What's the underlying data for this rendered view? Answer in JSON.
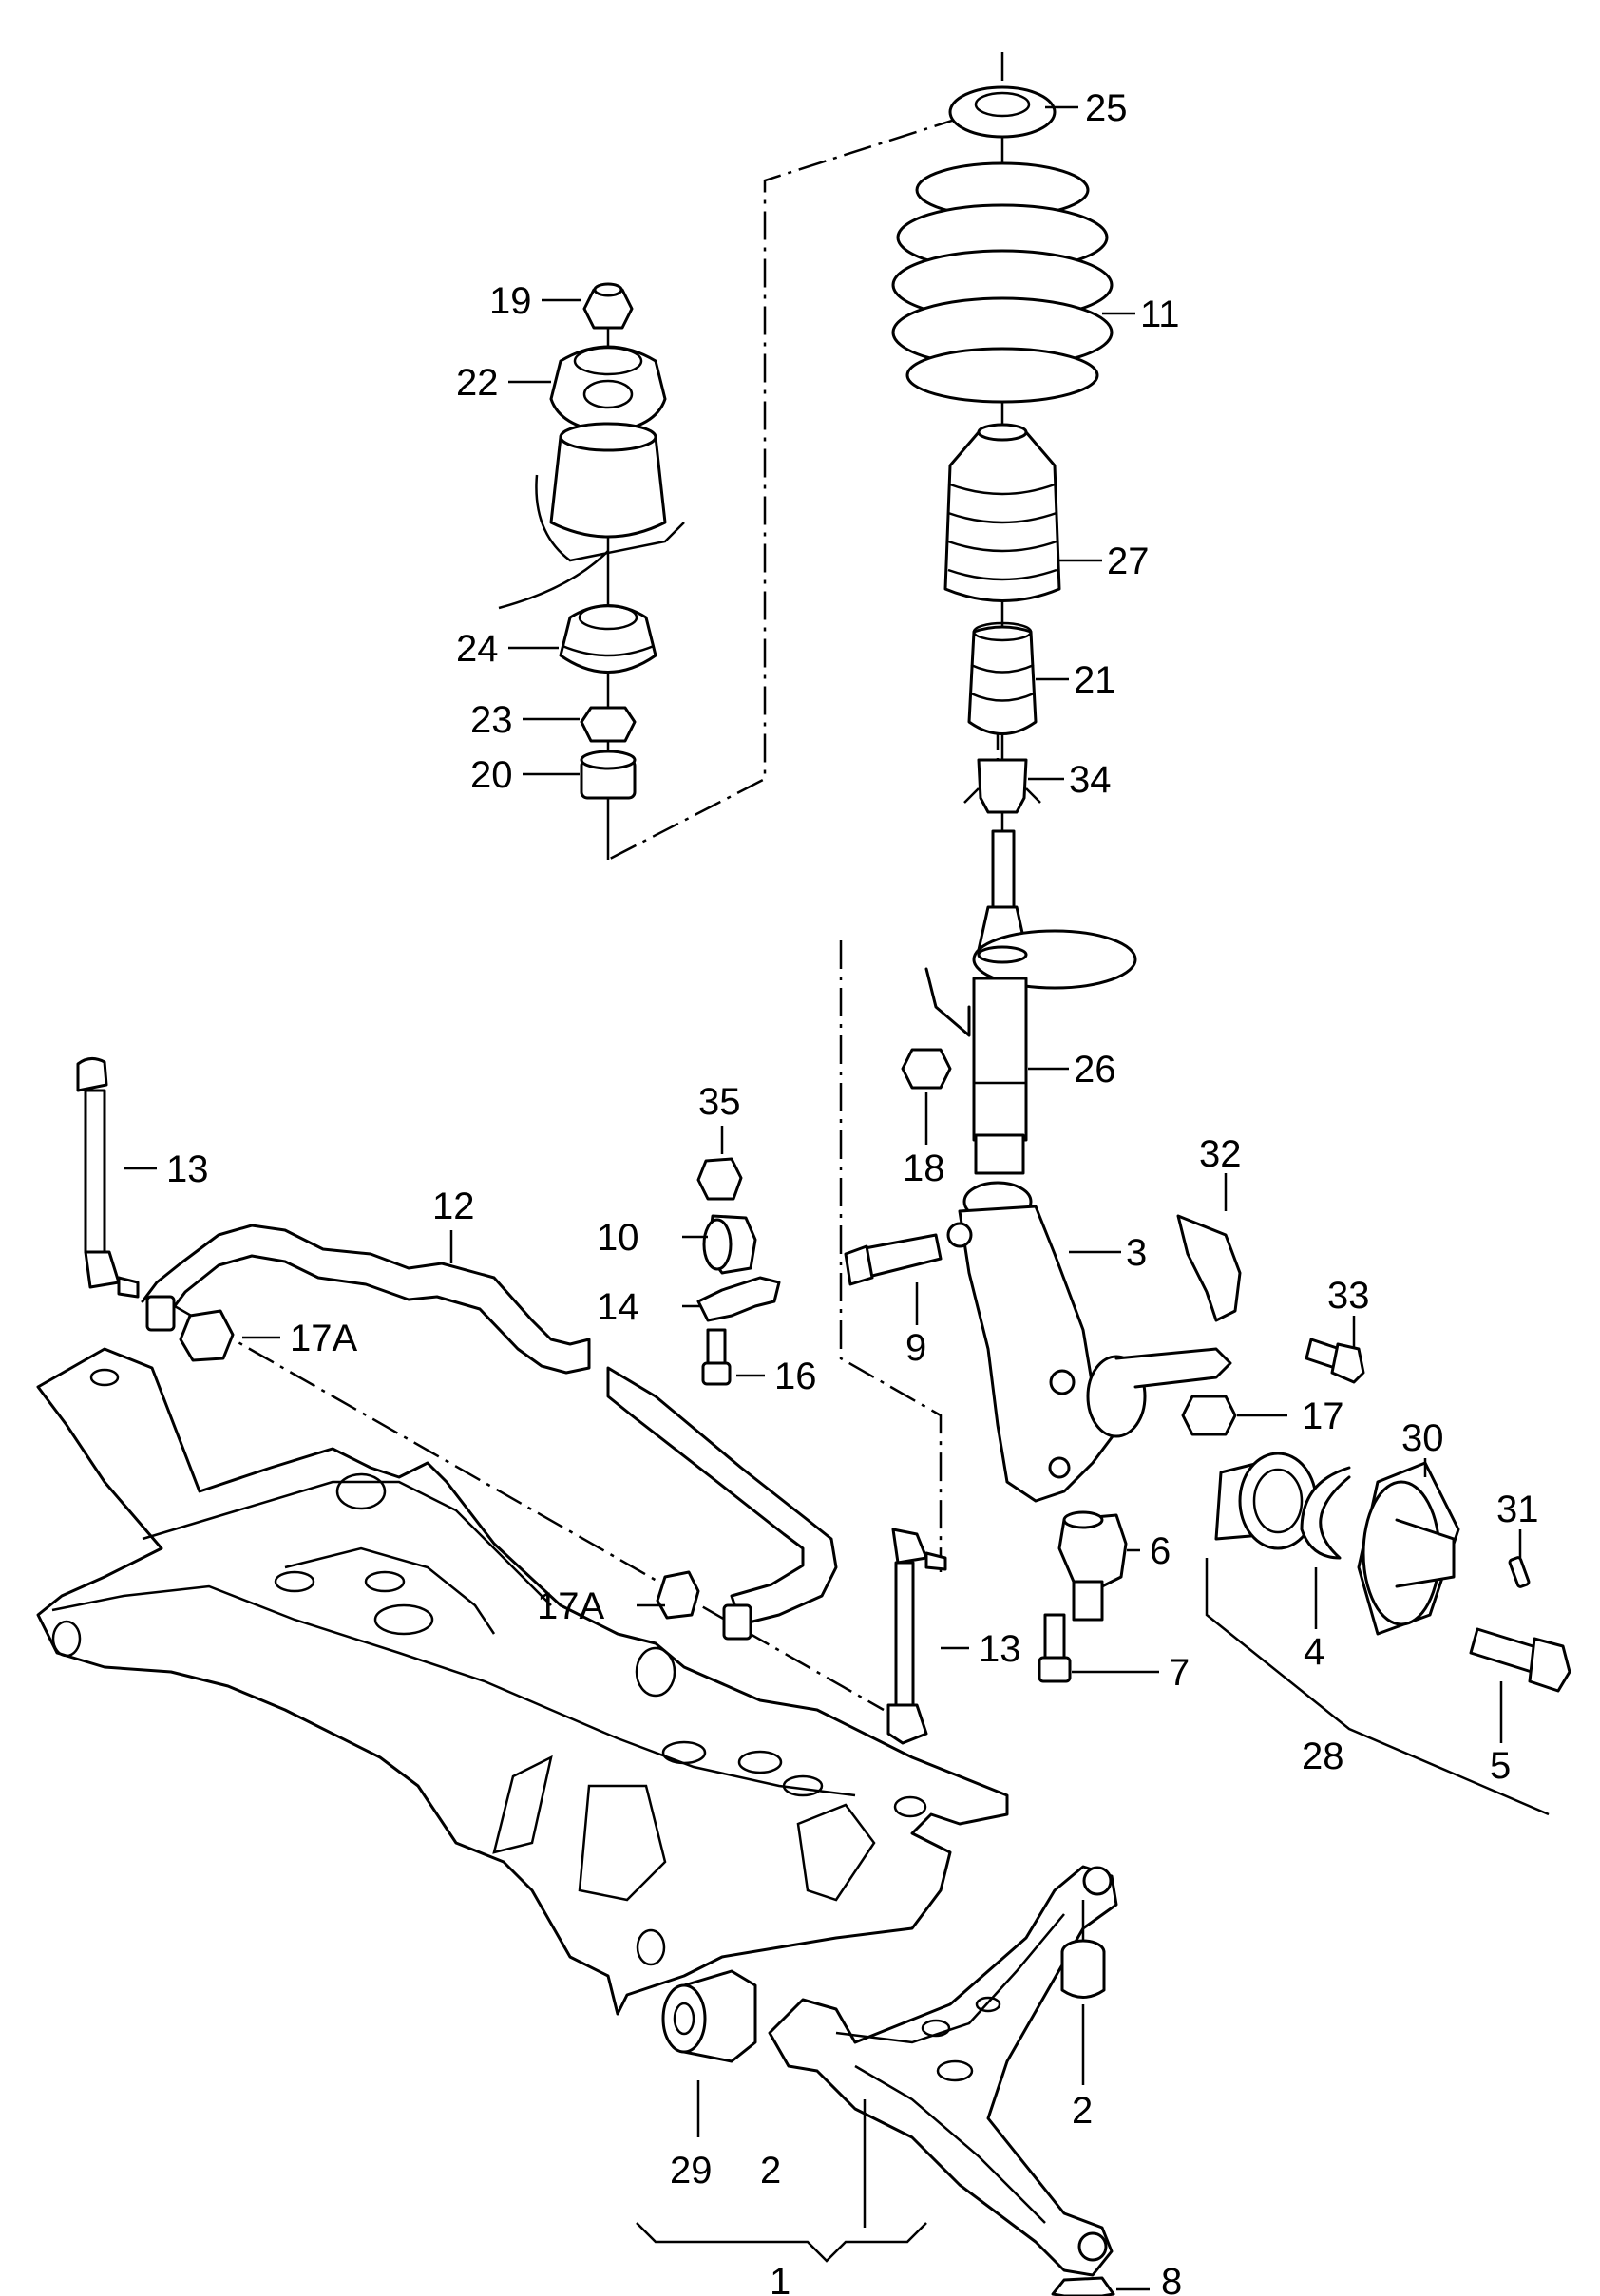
{
  "labels": {
    "p1": "1",
    "p2a": "2",
    "p2b": "2",
    "p3": "3",
    "p4": "4",
    "p5": "5",
    "p6": "6",
    "p7": "7",
    "p8": "8",
    "p9": "9",
    "p10": "10",
    "p11": "11",
    "p12": "12",
    "p13a": "13",
    "p13b": "13",
    "p14": "14",
    "p16": "16",
    "p17": "17",
    "p17a1": "17A",
    "p17a2": "17A",
    "p18": "18",
    "p19": "19",
    "p20": "20",
    "p21": "21",
    "p22": "22",
    "p23": "23",
    "p24": "24",
    "p25": "25",
    "p26": "26",
    "p27": "27",
    "p28": "28",
    "p29": "29",
    "p30": "30",
    "p31": "31",
    "p32": "32",
    "p33": "33",
    "p34": "34",
    "p35": "35"
  }
}
